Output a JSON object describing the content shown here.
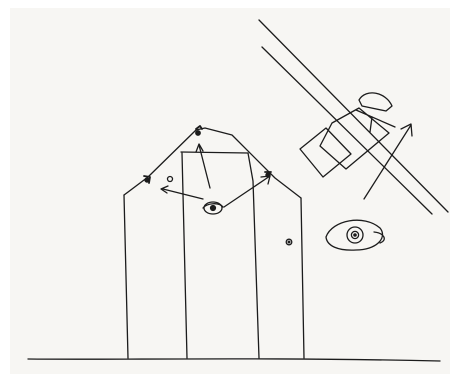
{
  "sketch": {
    "paper_color": "#f7f6f3",
    "ink_color": "#1c1c1c",
    "elements": [
      "building-outline",
      "peaked-roof",
      "vertical-partition-lines",
      "roof-sensor-nodes",
      "central-eye-symbol",
      "side-wall-dot",
      "tilted-camera-beam",
      "camera-housing",
      "upward-arrow",
      "external-eye-symbol",
      "ground-line"
    ]
  }
}
